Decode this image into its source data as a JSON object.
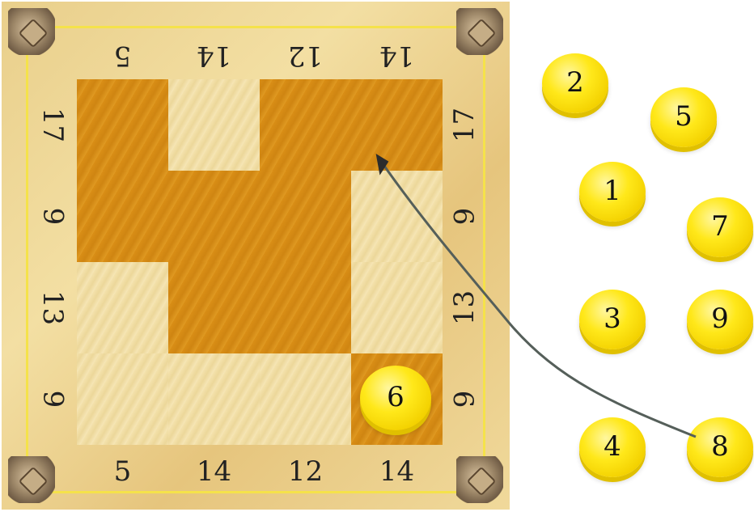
{
  "board": {
    "clues": {
      "top": [
        "5",
        "14",
        "12",
        "14"
      ],
      "bottom": [
        "5",
        "14",
        "12",
        "14"
      ],
      "left": [
        "17",
        "9",
        "13",
        "9"
      ],
      "right": [
        "17",
        "9",
        "13",
        "9"
      ]
    },
    "grid": [
      [
        "dark",
        "light",
        "dark",
        "dark"
      ],
      [
        "dark",
        "dark",
        "dark",
        "light"
      ],
      [
        "light",
        "dark",
        "dark",
        "light"
      ],
      [
        "light",
        "light",
        "light",
        "dark"
      ]
    ],
    "placed_tokens": [
      {
        "value": "6",
        "row": 3,
        "col": 3
      }
    ]
  },
  "tokens": [
    "2",
    "5",
    "1",
    "7",
    "3",
    "9",
    "4",
    "8"
  ],
  "colors": {
    "token": "#ffe81a",
    "dark_cell": "#d98e16",
    "light_cell": "#f4e2ad",
    "frame_line": "#f5e24a",
    "arrow": "#555f5a"
  }
}
